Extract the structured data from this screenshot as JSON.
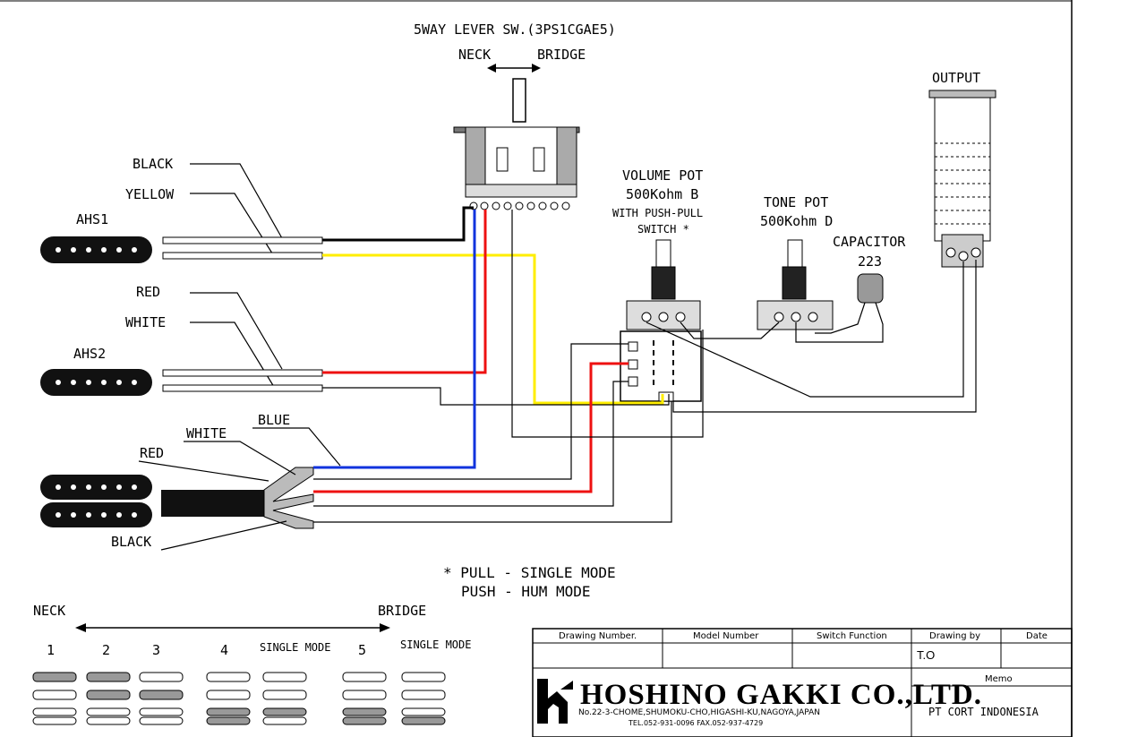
{
  "switch": {
    "title": "5WAY LEVER SW.(3PS1CGAE5)",
    "neck": "NECK",
    "bridge": "BRIDGE"
  },
  "volume_pot": {
    "line1": "VOLUME POT",
    "line2": "500Kohm B",
    "line3": "WITH PUSH-PULL",
    "line4": "SWITCH *"
  },
  "tone_pot": {
    "line1": "TONE POT",
    "line2": "500Kohm D"
  },
  "capacitor": {
    "line1": "CAPACITOR",
    "line2": "223"
  },
  "output": "OUTPUT",
  "pickups": {
    "ahs1": {
      "name": "AHS1",
      "wire1": "BLACK",
      "wire2": "YELLOW"
    },
    "ahs2": {
      "name": "AHS2",
      "wire1": "RED",
      "wire2": "WHITE"
    },
    "humbucker": {
      "white": "WHITE",
      "blue": "BLUE",
      "red": "RED",
      "black": "BLACK"
    }
  },
  "note": {
    "line1": "* PULL - SINGLE MODE",
    "line2": "PUSH - HUM MODE"
  },
  "positions": {
    "neck": "NECK",
    "bridge": "BRIDGE",
    "labels": [
      "1",
      "2",
      "3",
      "4",
      "SINGLE MODE",
      "5",
      "SINGLE MODE"
    ]
  },
  "title_block": {
    "drawing_number": "Drawing Number.",
    "model_number": "Model Number",
    "switch_function": "Switch Function",
    "drawing_by": "Drawing by",
    "date": "Date",
    "drawing_by_value": "T.O",
    "memo": "Memo",
    "memo_value": "PT CORT INDONESIA",
    "company": "HOSHINO GAKKI CO.,LTD.",
    "address": "No.22-3-CHOME,SHUMOKU-CHO,HIGASHI-KU,NAGOYA,JAPAN",
    "tel": "TEL.052-931-0096  FAX.052-937-4729"
  },
  "colors": {
    "black_wire": "#000000",
    "yellow_wire": "#ffee00",
    "red_wire": "#ee1111",
    "blue_wire": "#1133dd",
    "shield": "#111111"
  }
}
